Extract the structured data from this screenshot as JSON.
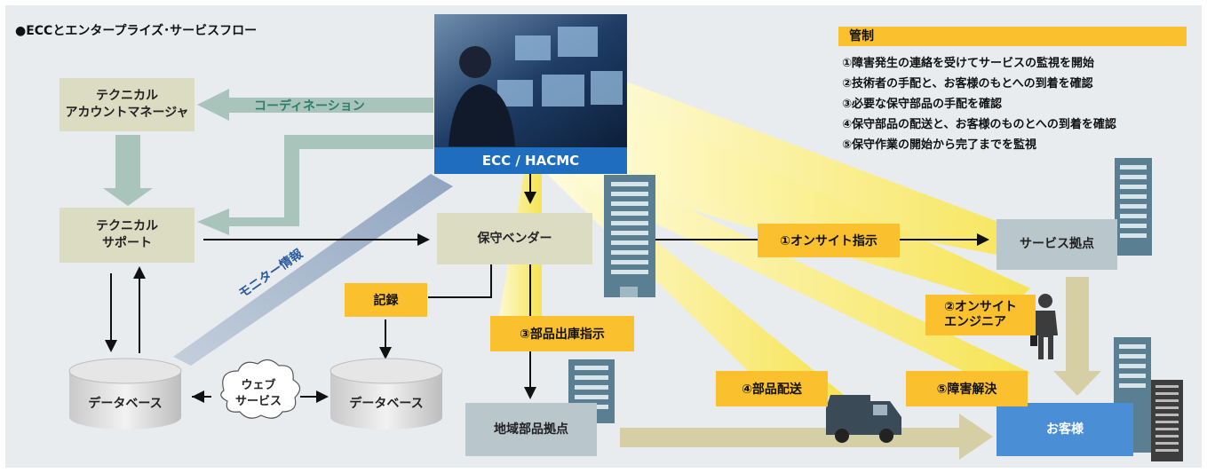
{
  "title": "●ECCとエンタープライズ･サービスフロー",
  "center": {
    "label": "ECC / HACMC"
  },
  "nodes": {
    "tam": "テクニカル\nアカウントマネージャ",
    "support": "テクニカル\nサポート",
    "vendor": "保守ベンダー",
    "service_base": "サービス拠点",
    "parts_base": "地域部品拠点",
    "customer": "お客様",
    "db_left": "データベース",
    "db_right": "データベース",
    "web_service": "ウェブ\nサービス"
  },
  "labels": {
    "coordination": "コーディネーション",
    "monitor_info": "モニター情報",
    "record": "記録",
    "onsite_instruction": "①オンサイト指示",
    "onsite_engineer": "②オンサイト\nエンジニア",
    "parts_release": "③部品出庫指示",
    "parts_delivery": "④部品配送",
    "problem_resolved": "⑤障害解決"
  },
  "legend": {
    "title": "管制",
    "items": [
      "①障害発生の連絡を受けてサービスの監視を開始",
      "②技術者の手配と、お客様のもとへの到着を確認",
      "③必要な保守部品の手配を確認",
      "④保守部品の配送と、お客様のものとへの到着を確認",
      "⑤保守作業の開始から完了までを監視"
    ]
  },
  "colors": {
    "panel": "#e9ecef",
    "tan_box": "#dcdcc3",
    "grey_box": "#b9c7cd",
    "customer": "#4a8fd6",
    "label": "#fbc02d",
    "green_arrow": "#a8c4bb",
    "blue_band": "#a7b8cf",
    "beam": "#fff176",
    "building": "#5a7f92"
  },
  "icons": [
    "person-icon",
    "truck-icon",
    "building-icon",
    "server-rack-icon",
    "database-icon",
    "cloud-icon"
  ]
}
